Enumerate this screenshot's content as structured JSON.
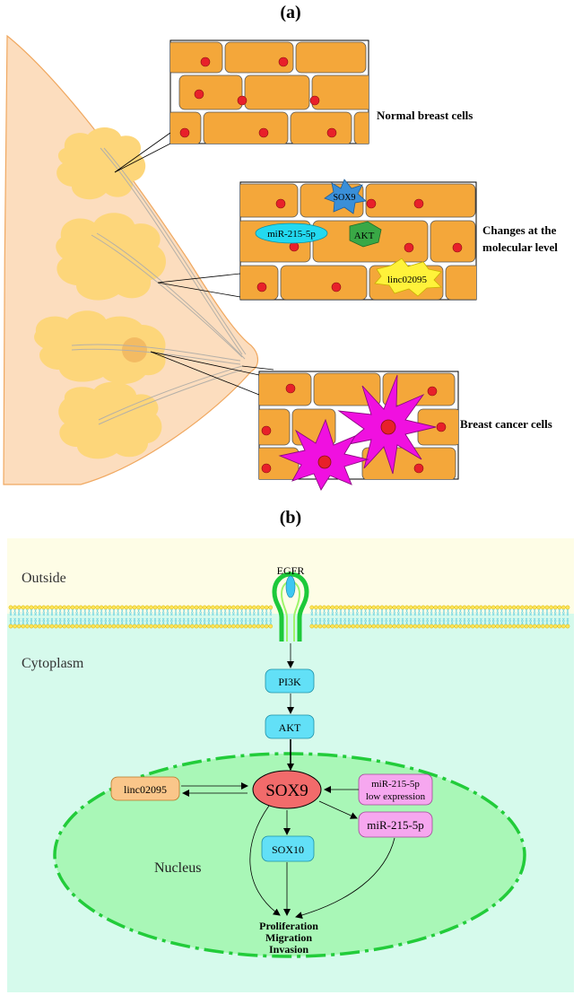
{
  "panel_a": {
    "label": "(a)",
    "callouts": {
      "normal": "Normal breast cells",
      "molecular_1": "Changes at the",
      "molecular_2": "molecular level",
      "cancer": "Breast cancer cells"
    },
    "markers": {
      "sox9": "SOX9",
      "mir": "miR-215-5p",
      "akt": "AKT",
      "linc": "linc02095"
    }
  },
  "panel_b": {
    "label": "(b)",
    "regions": {
      "outside": "Outside",
      "cytoplasm": "Cytoplasm",
      "nucleus": "Nucleus"
    },
    "receptor": "EGFR",
    "nodes": {
      "pi3k": "PI3K",
      "akt": "AKT",
      "sox9": "SOX9",
      "linc": "linc02095",
      "mir_low_1": "miR-215-5p",
      "mir_low_2": "low expression",
      "mir": "miR-215-5p",
      "sox10": "SOX10"
    },
    "outcomes": [
      "Proliferation",
      "Migration",
      "Invasion"
    ]
  },
  "colors": {
    "cell_fill": "#F4A73A",
    "nucleus_red": "#E8202A",
    "breast_skin": "#FCDDBE",
    "lobule": "#FDD67A",
    "cancer_magenta": "#F010E0",
    "outside_bg": "#FEFDE6",
    "cytoplasm_bg": "#D6FAEC",
    "nucleus_bg": "#A9F7B7",
    "nucleus_border": "#22CC3A",
    "node_cyan": "#62E0F7",
    "node_pink": "#F6A7EF",
    "node_orange": "#FAC68A",
    "sox9_red": "#F26B6B"
  }
}
